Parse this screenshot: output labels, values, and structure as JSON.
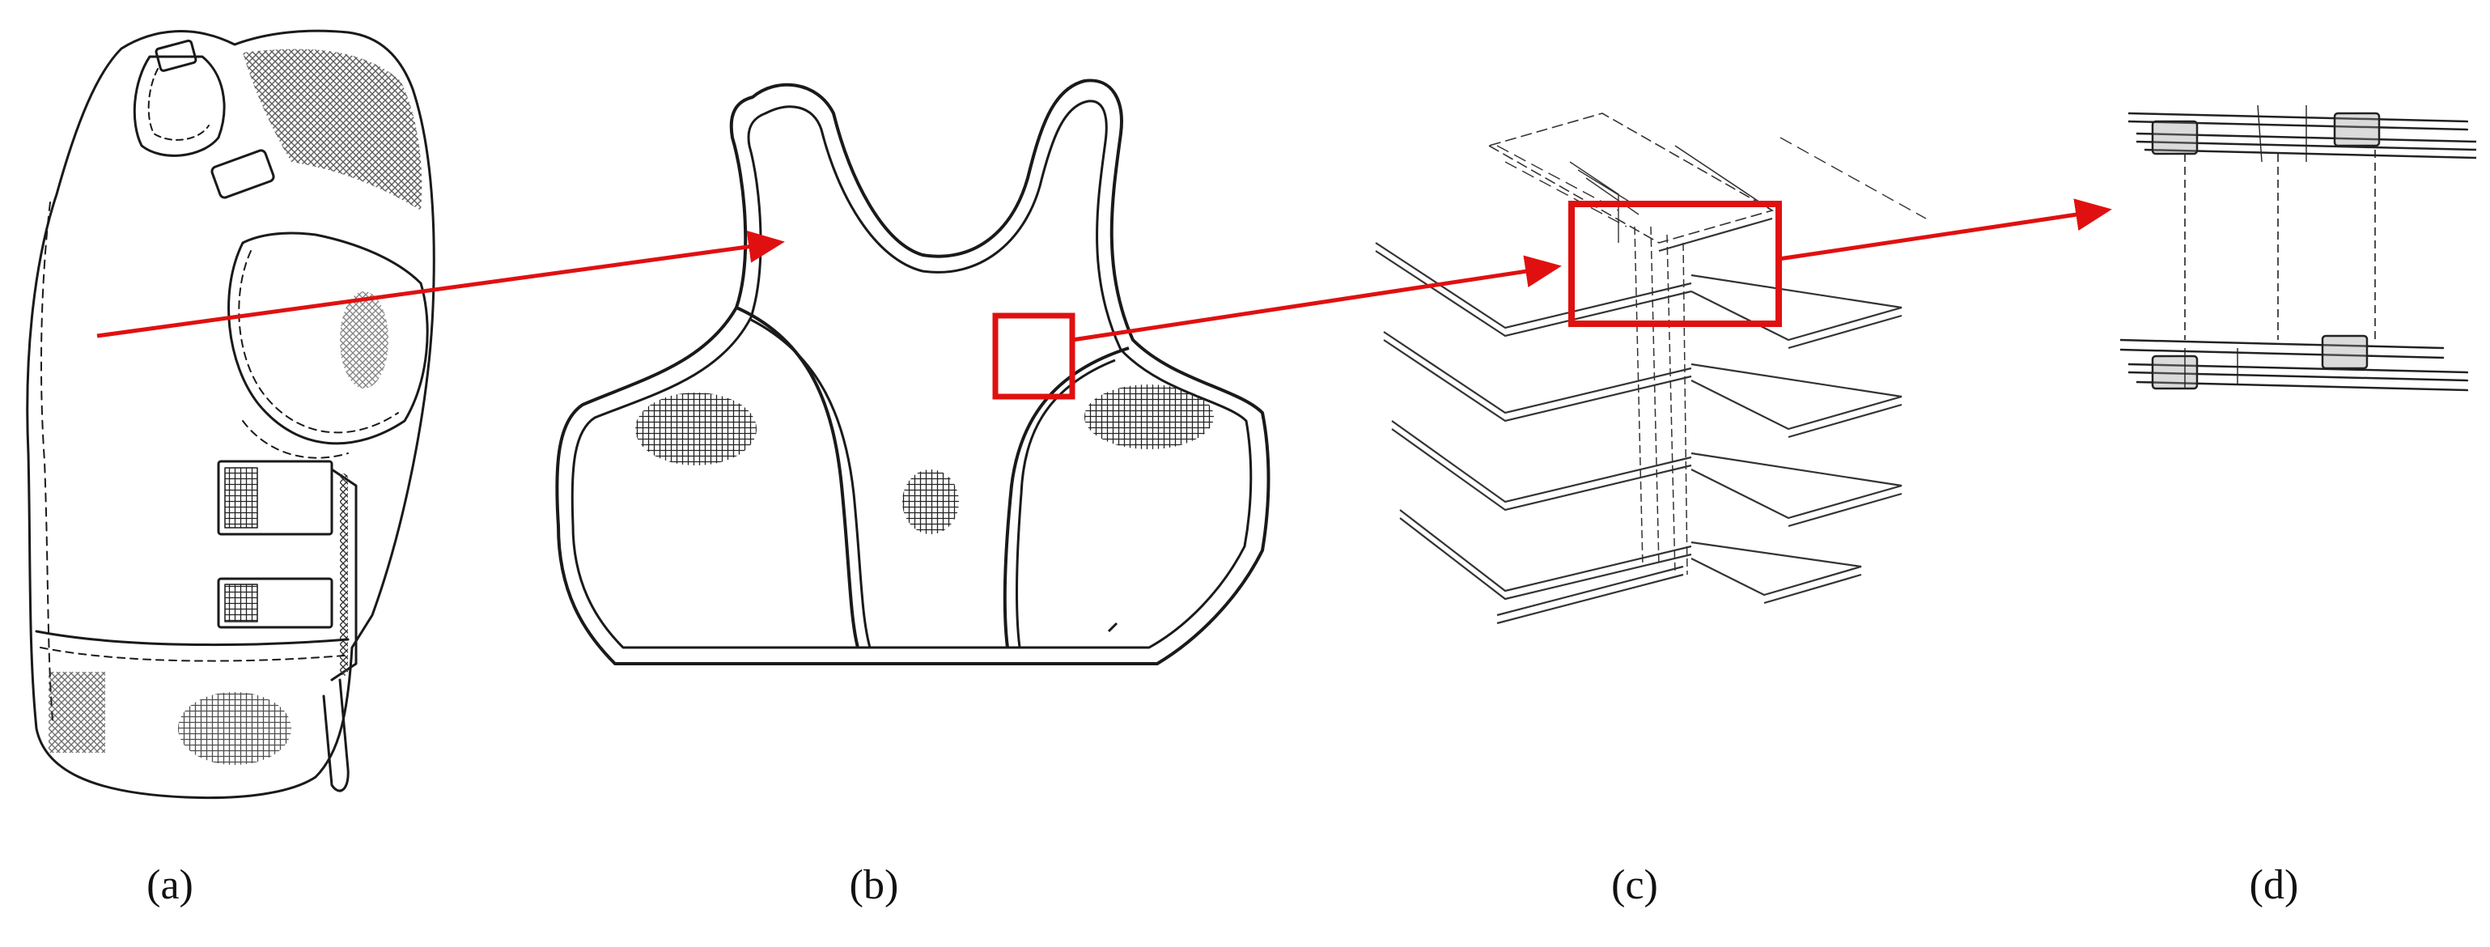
{
  "figure": {
    "panels": [
      {
        "id": "a",
        "label": "(a)"
      },
      {
        "id": "b",
        "label": "(b)"
      },
      {
        "id": "c",
        "label": "(c)"
      },
      {
        "id": "d",
        "label": "(d)"
      }
    ]
  },
  "colors": {
    "line": "#1a1a1a",
    "highlight": "#e01010",
    "background": "#ffffff"
  }
}
